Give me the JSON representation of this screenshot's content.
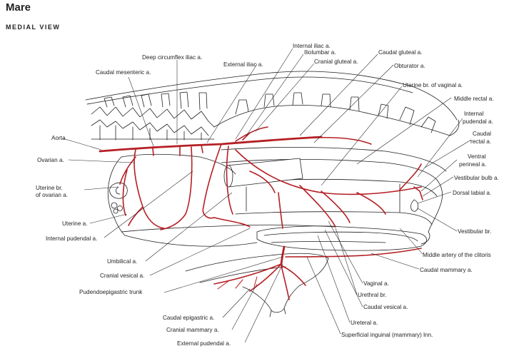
{
  "title": "Mare",
  "subtitle": "MEDIAL VIEW",
  "labels": {
    "internal_iliac": "Internal iliac a.",
    "iliolumbar": "Iliolumbar a.",
    "cranial_gluteal": "Cranial gluteal a.",
    "caudal_gluteal": "Caudal gluteal a.",
    "obturator": "Obturator a.",
    "deep_circumflex_iliac": "Deep circumflex iliac a.",
    "external_iliac": "External iliac a.",
    "caudal_mesenteric": "Caudal mesenteric a.",
    "uterine_br_vaginal": "Uterine br. of vaginal a.",
    "middle_rectal": "Middle rectal a.",
    "internal_pudendal_r1": "Internal",
    "internal_pudendal_r2": "pudendal a.",
    "caudal_rectal_1": "Caudal",
    "caudal_rectal_2": "rectal a.",
    "ventral_perineal_1": "Ventral",
    "ventral_perineal_2": "perineal a.",
    "vestibular_bulb": "Vestibular bulb a.",
    "dorsal_labial": "Dorsal labial a.",
    "vestibular_br": "Vestibular br.",
    "middle_artery_clitoris": "Middle artery of the clitoris",
    "caudal_mammary": "Caudal mammary a.",
    "vaginal": "Vaginal a.",
    "urethral_br": "Urethral br.",
    "caudal_vesical": "Caudal vesical a.",
    "ureteral": "Ureteral a.",
    "superficial_inguinal": "Superficial inguinal (mammary) lnn.",
    "aorta": "Aorta",
    "ovarian": "Ovarian a.",
    "uterine_br_ovarian_1": "Uterine br.",
    "uterine_br_ovarian_2": "of ovarian a.",
    "uterine": "Uterine a.",
    "internal_pudendal_l": "Internal pudendal a.",
    "umbilical": "Umbilical a.",
    "cranial_vesical": "Cranial vesical a.",
    "pudendoepigastric": "Pudendoepigastric trunk",
    "caudal_epigastric": "Caudal epigastric a.",
    "cranial_mammary": "Cranial mammary a.",
    "external_pudendal": "External pudendal a."
  },
  "colors": {
    "artery": "#b51f24",
    "outline": "#231f20"
  }
}
